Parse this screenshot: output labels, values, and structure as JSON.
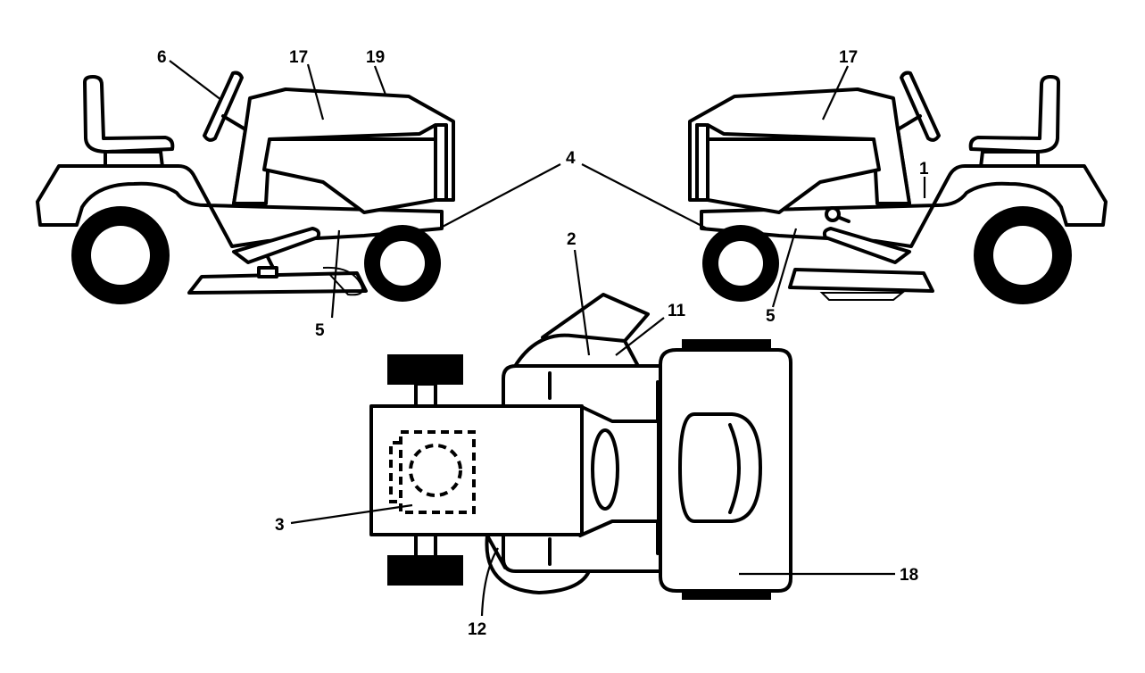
{
  "labels": {
    "l6": "6",
    "l17a": "17",
    "l19": "19",
    "l17b": "17",
    "l4": "4",
    "l1": "1",
    "l5a": "5",
    "l5b": "5",
    "l2": "2",
    "l11": "11",
    "l3": "3",
    "l18": "18",
    "l12": "12"
  }
}
